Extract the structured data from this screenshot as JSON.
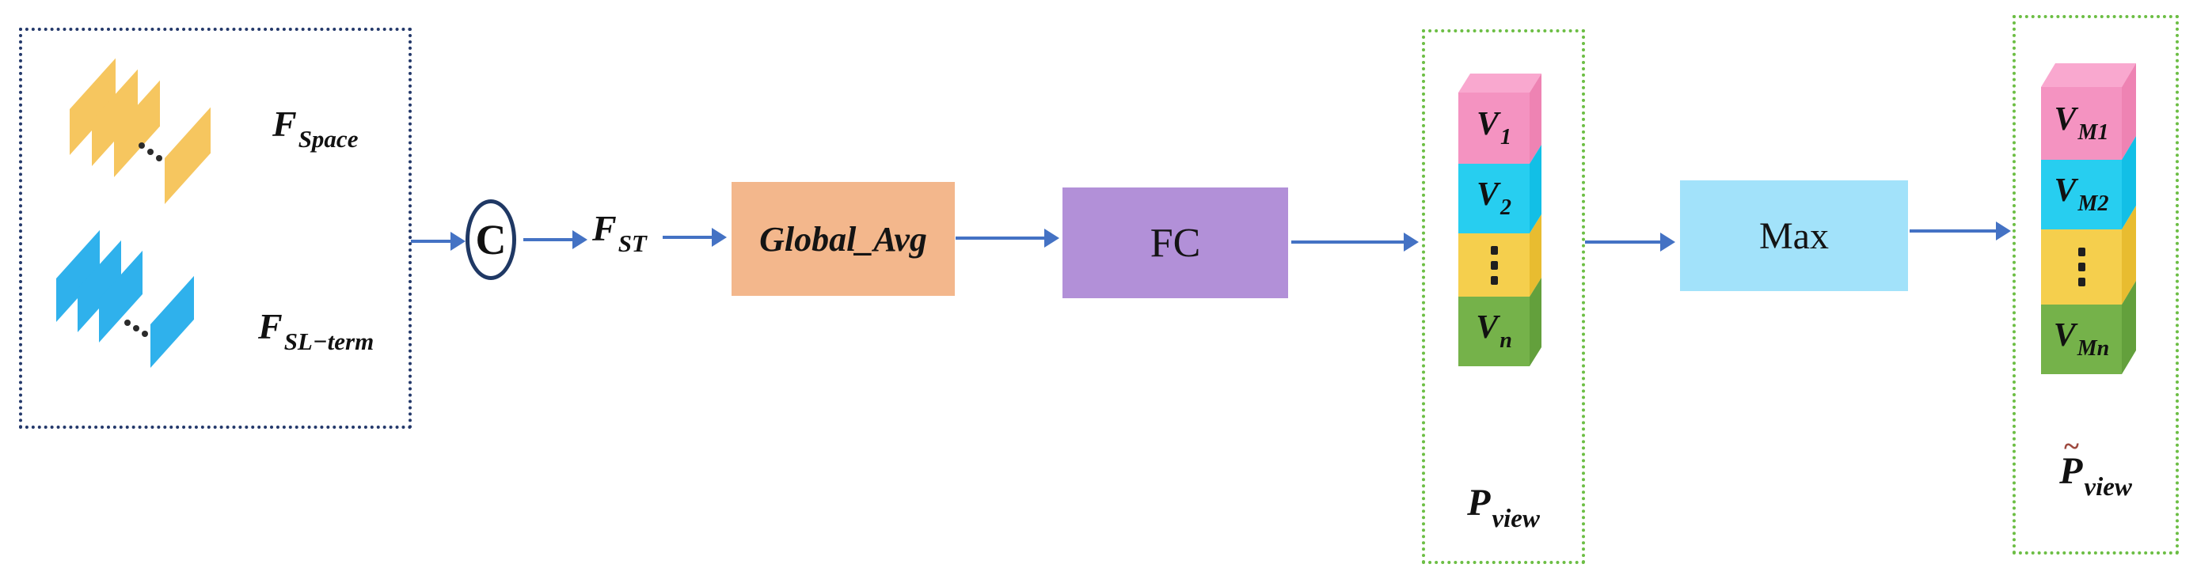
{
  "colors": {
    "arrow": "#4472C4",
    "input_border": "#24396B",
    "view_border": "#6CBE44",
    "concat_border": "#1F3864",
    "global_avg_bg": "#F3B78C",
    "fc_bg": "#B290D8",
    "max_bg": "#A2E2FA",
    "space_maps": "#F6C65F",
    "slterm_maps": "#2FB1EC",
    "pink": "#F493C1",
    "pink_top": "#F9A8CF",
    "pink_side": "#EE83B3",
    "cyan": "#27CEF0",
    "cyan_side": "#12BFE6",
    "yellow": "#F5CF4D",
    "yellow_side": "#E8BC30",
    "green": "#75B24A",
    "green_side": "#63A03C"
  },
  "input_box": {
    "space_label": {
      "base": "F",
      "sub": "Space"
    },
    "slterm_label": {
      "base": "F",
      "sub": "SL−term"
    }
  },
  "concat": {
    "label": "C"
  },
  "fst": {
    "base": "F",
    "sub": "ST"
  },
  "boxes": {
    "global_avg": "Global_Avg",
    "fc": "FC",
    "max": "Max"
  },
  "stack1": {
    "blocks": [
      {
        "base": "V",
        "sub": "1"
      },
      {
        "base": "V",
        "sub": "2"
      },
      {
        "dots": "vertical-ellipsis"
      },
      {
        "base": "V",
        "sub": "n"
      }
    ],
    "caption": {
      "base": "P",
      "sub": "view"
    }
  },
  "stack2": {
    "blocks": [
      {
        "base": "V",
        "sub": "M1"
      },
      {
        "base": "V",
        "sub": "M2"
      },
      {
        "dots": "vertical-ellipsis"
      },
      {
        "base": "V",
        "sub": "Mn"
      }
    ],
    "caption": {
      "tilde": "~",
      "base": "P",
      "sub": "view"
    }
  }
}
